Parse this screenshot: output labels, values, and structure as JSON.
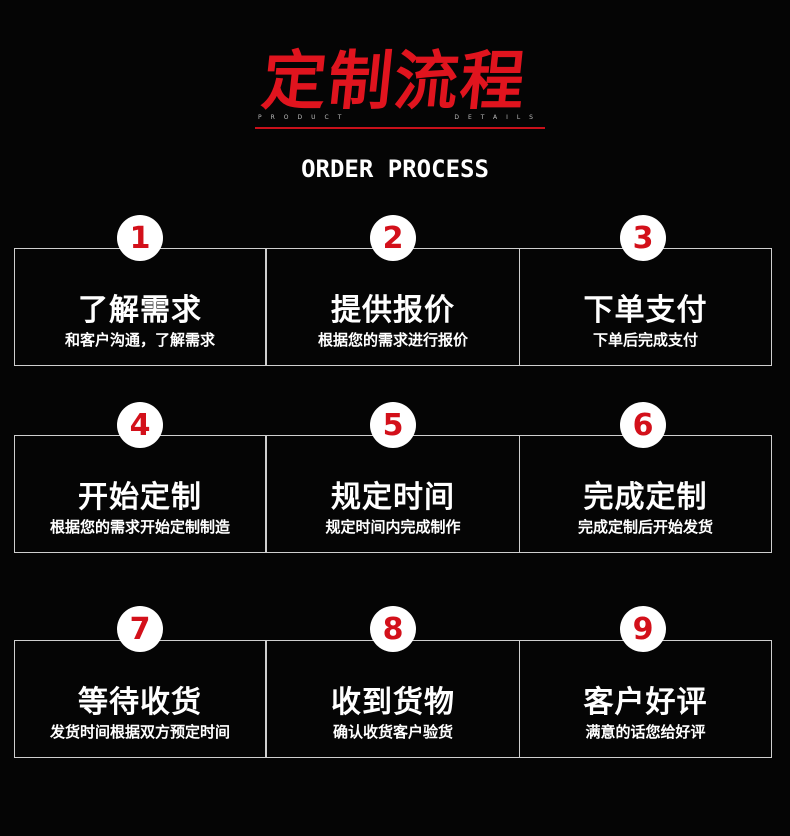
{
  "header": {
    "title": "定制流程",
    "subtitle_left": "PRODUCT",
    "subtitle_right": "DETAILS",
    "heading": "ORDER PROCESS"
  },
  "colors": {
    "accent": "#d3101a",
    "background": "#050505",
    "border": "#cfcfcf",
    "text": "#ffffff"
  },
  "steps": [
    {
      "number": "1",
      "title": "了解需求",
      "desc": "和客户沟通，了解需求"
    },
    {
      "number": "2",
      "title": "提供报价",
      "desc": "根据您的需求进行报价"
    },
    {
      "number": "3",
      "title": "下单支付",
      "desc": "下单后完成支付"
    },
    {
      "number": "4",
      "title": "开始定制",
      "desc": "根据您的需求开始定制制造"
    },
    {
      "number": "5",
      "title": "规定时间",
      "desc": "规定时间内完成制作"
    },
    {
      "number": "6",
      "title": "完成定制",
      "desc": "完成定制后开始发货"
    },
    {
      "number": "7",
      "title": "等待收货",
      "desc": "发货时间根据双方预定时间"
    },
    {
      "number": "8",
      "title": "收到货物",
      "desc": "确认收货客户验货"
    },
    {
      "number": "9",
      "title": "客户好评",
      "desc": "满意的话您给好评"
    }
  ]
}
